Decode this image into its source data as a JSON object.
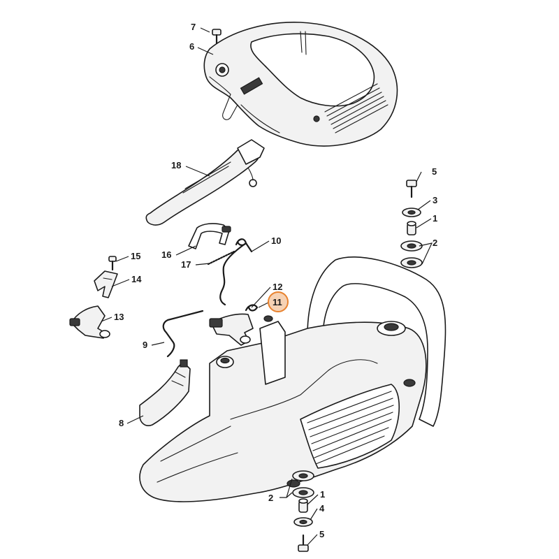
{
  "diagram": {
    "callouts": [
      {
        "id": "c7",
        "label": "7"
      },
      {
        "id": "c6",
        "label": "6"
      },
      {
        "id": "c18",
        "label": "18"
      },
      {
        "id": "c5a",
        "label": "5"
      },
      {
        "id": "c3a",
        "label": "3"
      },
      {
        "id": "c1a",
        "label": "1"
      },
      {
        "id": "c2a",
        "label": "2"
      },
      {
        "id": "c16",
        "label": "16"
      },
      {
        "id": "c10",
        "label": "10"
      },
      {
        "id": "c17",
        "label": "17"
      },
      {
        "id": "c15",
        "label": "15"
      },
      {
        "id": "c14",
        "label": "14"
      },
      {
        "id": "c12",
        "label": "12"
      },
      {
        "id": "c11",
        "label": "11",
        "highlighted": true
      },
      {
        "id": "c13",
        "label": "13"
      },
      {
        "id": "c9",
        "label": "9"
      },
      {
        "id": "c8",
        "label": "8"
      },
      {
        "id": "c2b",
        "label": "2"
      },
      {
        "id": "c1b",
        "label": "1"
      },
      {
        "id": "c4",
        "label": "4"
      },
      {
        "id": "c5b",
        "label": "5"
      }
    ],
    "highlight_color": "#e8822e"
  }
}
